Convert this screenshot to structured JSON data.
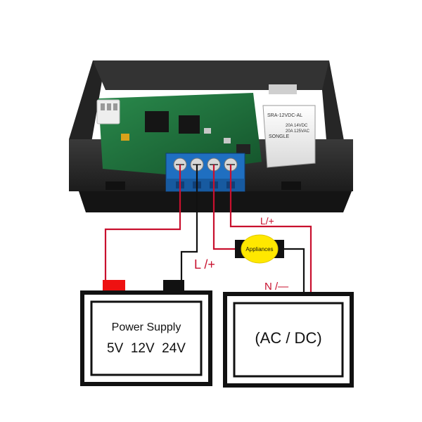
{
  "relay_marking": {
    "model": "SRA-12VDC-AL",
    "brand": "SONGLE",
    "rating_1": "20A 14VDC",
    "rating_2": "20A 125VAC"
  },
  "wire_labels": {
    "load_l": "L/+",
    "supply_l": "L /+",
    "load_n": "N /—"
  },
  "appliance_label": "Appliances",
  "power_supply": {
    "title": "Power Supply",
    "voltages": "5V  12V  24V"
  },
  "load_source": {
    "label": "(AC / DC)"
  },
  "colors": {
    "wire_red": "#c8102e",
    "wire_black": "#111111",
    "terminal_block": "#1f6fc1",
    "pcb_green": "#1e6b3a",
    "enclosure": "#2b2b2b",
    "appliance_bulb": "#ffe800"
  }
}
